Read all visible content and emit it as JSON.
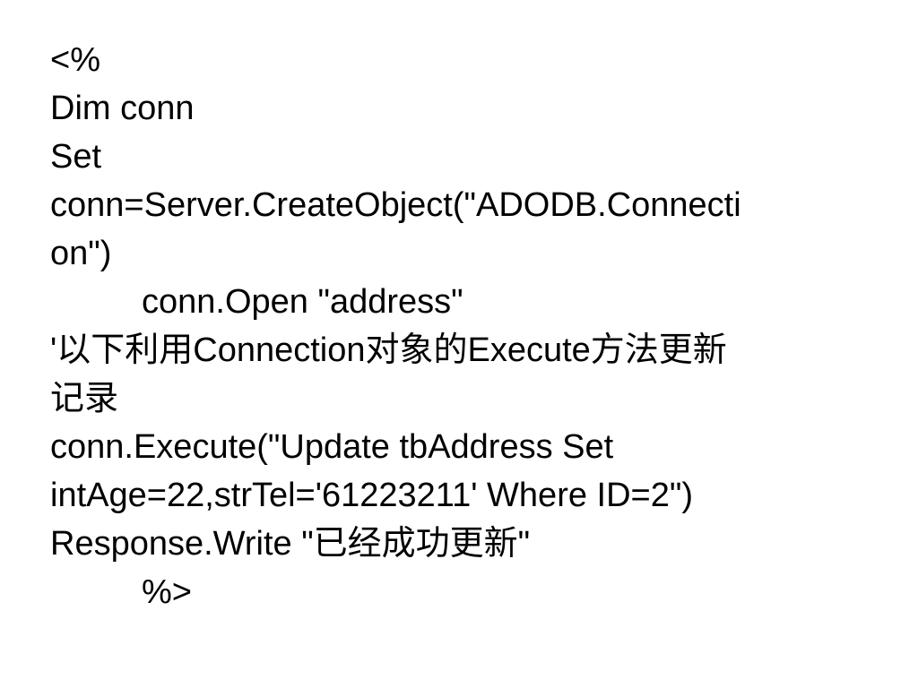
{
  "document": {
    "lines": [
      "<%",
      "Dim conn",
      "Set",
      "conn=Server.CreateObject(\"ADODB.Connecti",
      "on\")",
      "conn.Open \"address\"",
      "'以下利用Connection对象的Execute方法更新",
      "记录",
      "conn.Execute(\"Update tbAddress Set",
      "intAge=22,strTel='61223211' Where ID=2\")",
      "Response.Write \"已经成功更新\"",
      "%>"
    ]
  }
}
